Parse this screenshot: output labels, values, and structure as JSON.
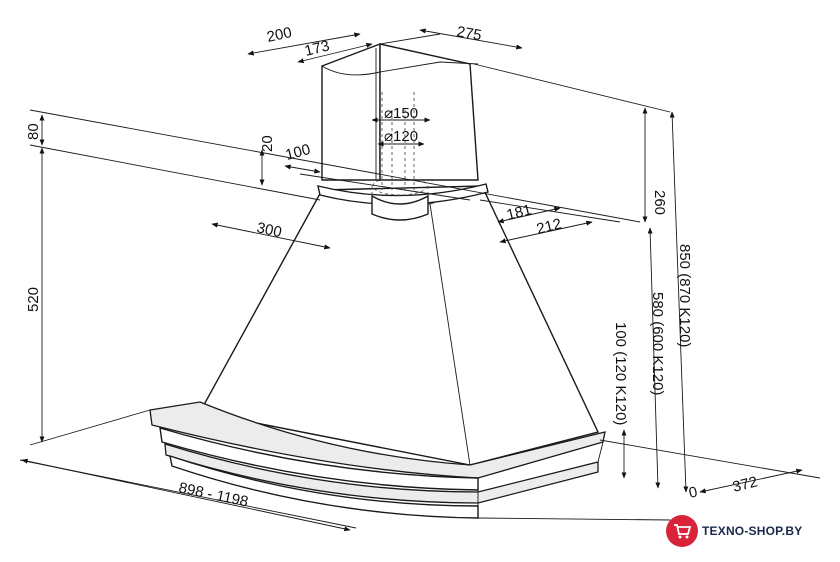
{
  "diagram": {
    "dimensions": {
      "chimney_depth_outer": "200",
      "chimney_depth_inner": "173",
      "chimney_width": "275",
      "duct_outer": "150",
      "duct_inner": "120",
      "top_height": "80",
      "bracket_gap": "20",
      "bracket_depth": "100",
      "chimney_height": "260",
      "hood_height": "520",
      "outlet_offset": "300",
      "outlet_depth_181": "181",
      "outlet_depth_212": "212",
      "total_height": "850  (870  K120)",
      "body_height": "580  (600  K120)",
      "rim_height": "100  (120  K120)",
      "width_range": "898  -  1198",
      "depth": "372",
      "depth_prefix": "0  -"
    },
    "diameter_symbol": "⌀"
  },
  "watermark": {
    "text": "TEXNO-SHOP.BY",
    "accent": "#d9233a",
    "text_color": "#1b2a4a"
  }
}
